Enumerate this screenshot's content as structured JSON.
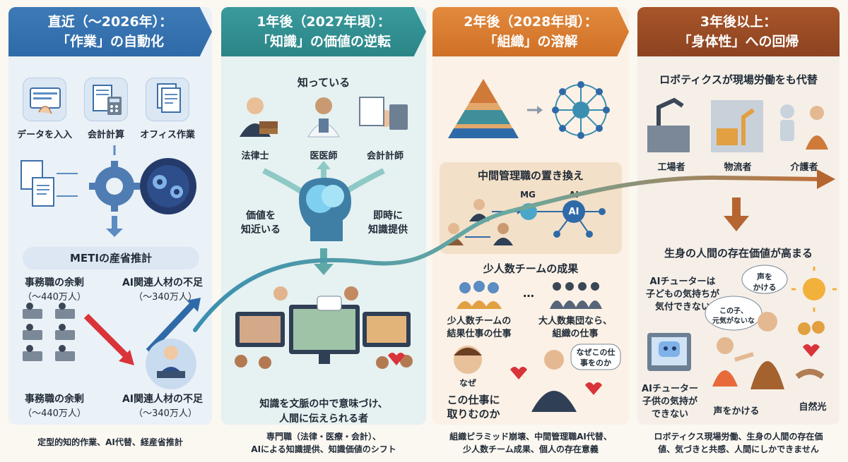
{
  "columns": [
    {
      "header_line1": "直近（〜2026年）：",
      "header_line2": "「作業」の自動化",
      "tasks": [
        "データを入入",
        "会計計算",
        "オフィス作業"
      ],
      "meti_title": "METIの産省推計",
      "surplus_top": "事務職の余剰",
      "surplus_top_value": "（〜440万人）",
      "shortage_top": "AI関連人材の不足",
      "shortage_top_value": "（〜340万人）",
      "surplus_bottom": "事務職の余剰",
      "surplus_bottom_value": "（〜440万人）",
      "shortage_bottom": "AI関連人材の不足",
      "shortage_bottom_value": "（〜340万人）",
      "footer": "定型的知的作業、AI代替、経産省推計"
    },
    {
      "header_line1": "1年後（2027年頃）：",
      "header_line2": "「知識」の価値の逆転",
      "knowing_label": "知っている",
      "professions": [
        "法律士",
        "医医師",
        "会計計師"
      ],
      "left_label_1": "価値を",
      "left_label_2": "知近いる",
      "right_label_1": "即時に",
      "right_label_2": "知識提供",
      "bottom_label_1": "知識を文脈の中で意味づけ、",
      "bottom_label_2": "人間に伝えられる者",
      "footer_1": "専門職（法律・医療・会計）、",
      "footer_2": "AIによる知識提供、知識価値のシフト"
    },
    {
      "header_line1": "2年後（2028年頃）：",
      "header_line2": "「組織」の溶解",
      "middle_mgmt_title": "中間管理職の置き換え",
      "mg_label": "MG",
      "ai_label": "AI",
      "ai_node": "AI",
      "small_team_title": "少人数チームの成果",
      "small_team_1": "少人数チームの",
      "small_team_2": "結果仕事の仕事",
      "ellipsis": "…",
      "large_group_1": "大人数集団なら、",
      "large_group_2": "組織の仕事",
      "bubble_1": "なぜこの仕",
      "bubble_2": "事をのか",
      "question_1": "なぜ",
      "question_2": "この仕事に",
      "question_3": "取りむのか",
      "footer_1": "組織ピラミッド崩壊、中間管理職AI代替、",
      "footer_2": "少人数チーム成果、個人の存在意義"
    },
    {
      "header_line1": "3年後以上：",
      "header_line2": "「身体性」への回帰",
      "robotics_title": "ロボティクスが現場労働をも代替",
      "workplaces": [
        "工場者",
        "物流者",
        "介護者"
      ],
      "human_value_title": "生身の人間の存在価値が高まる",
      "ai_tutor_1": "AIチューターは",
      "ai_tutor_2": "子どもの気持ちが",
      "ai_tutor_3": "気付できない",
      "speech_1": "声を",
      "speech_2": "かける",
      "thought_1": "この子、",
      "thought_2": "元気がないな",
      "tutor_label_1": "AIチューター",
      "tutor_label_2": "子供の気持が",
      "tutor_label_3": "できない",
      "call_label": "声をかける",
      "nature_label": "自然光",
      "footer_1": "ロボティクス現場労働、生身の人間の存在価",
      "footer_2": "値、気づきと共感、人間にしかできません"
    }
  ],
  "colors": {
    "blue": "#2f6aa8",
    "teal": "#2b8587",
    "orange": "#cf7026",
    "brown": "#8c4320"
  }
}
